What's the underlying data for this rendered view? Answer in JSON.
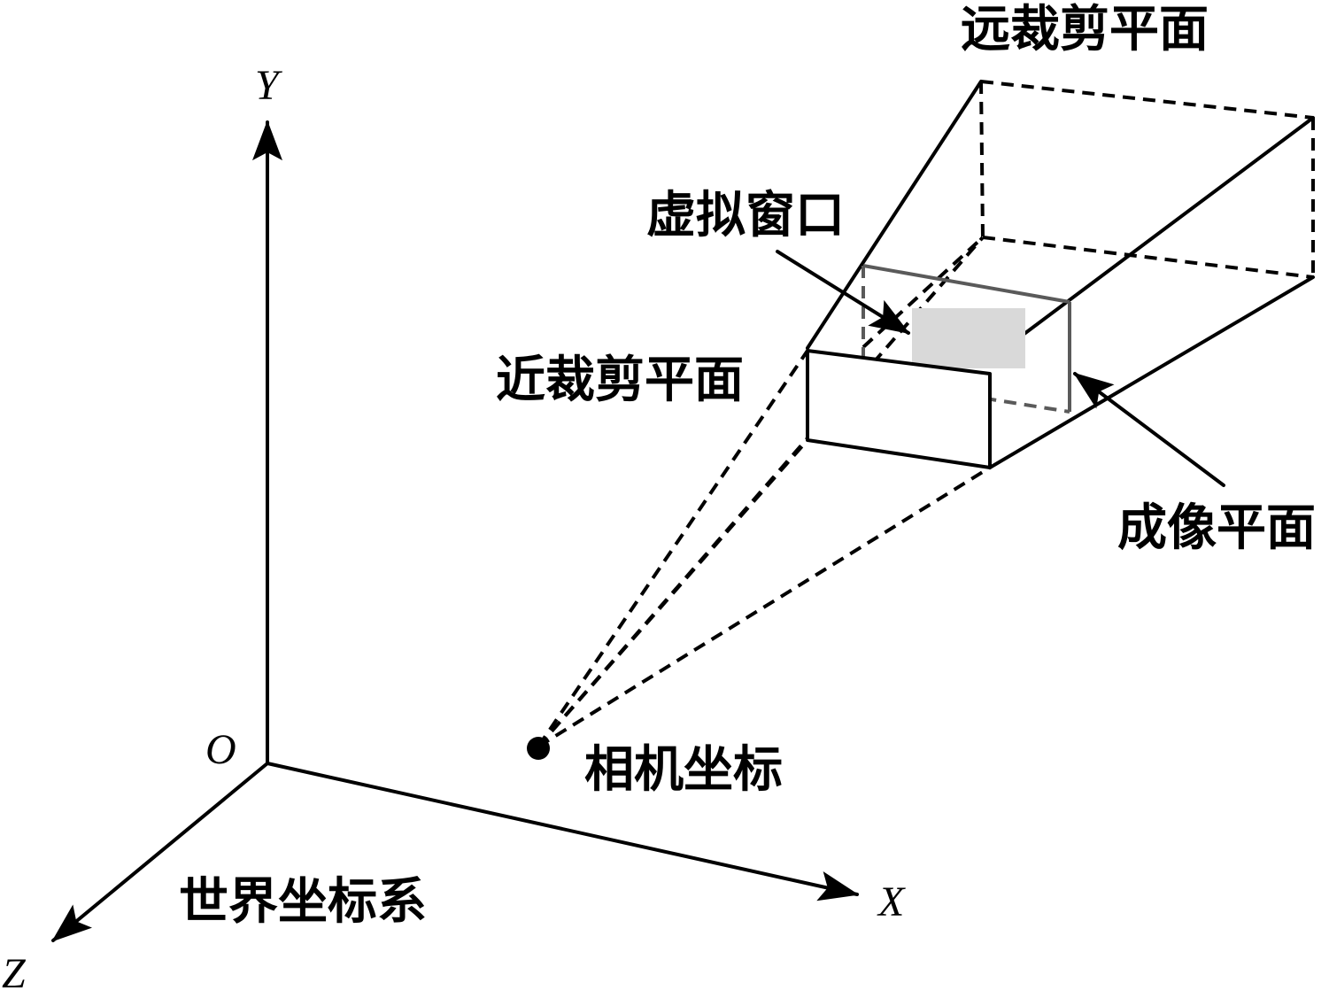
{
  "labels": {
    "far_clip_plane": "远裁剪平面",
    "virtual_window": "虚拟窗口",
    "near_clip_plane": "近裁剪平面",
    "image_plane": "成像平面",
    "camera_coord": "相机坐标",
    "world_coord": "世界坐标系"
  },
  "axes": {
    "x": "X",
    "y": "Y",
    "z": "Z",
    "origin": "O"
  },
  "colors": {
    "line": "#000000",
    "image_plane": "#5a5a5a",
    "virtual_window_fill": "#d9d9d9",
    "background": "#ffffff"
  }
}
